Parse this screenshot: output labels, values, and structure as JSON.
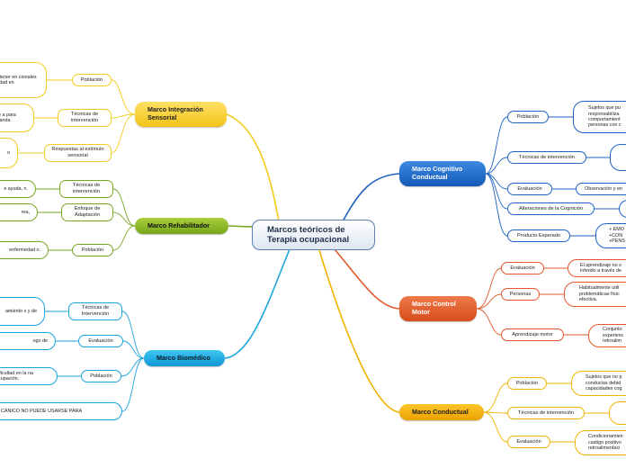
{
  "center": "Marcos teóricos de Terapia ocupacional",
  "branches": {
    "integracion": {
      "title": "Marco Integración Sensorial",
      "subs": [
        "Población",
        "Técnicas de intervención",
        "Respuestas al estímulo sensorial"
      ],
      "leaves": [
        "n tener en cionales y dad en",
        "de a para manda",
        "o"
      ]
    },
    "rehabilitador": {
      "title": "Marco Rehabilitador",
      "subs": [
        "Técnicas de intervención",
        "Enfoque de Adaptación",
        "Población"
      ],
      "leaves": [
        "e ayuda, n.",
        "rea,",
        "enfermedad o."
      ]
    },
    "biomedico": {
      "title": "Marco Biomédico",
      "subs": [
        "Técnicas de Intervención",
        "Evaluación",
        "Población"
      ],
      "leaves": [
        "amiento s y de",
        "ogo de",
        "dificultad en la na ocupación.",
        "CÁNICO NO PUEDE USARSE PARA"
      ]
    },
    "cognitivo": {
      "title": "Marco Cognitivo Conductual",
      "subs": [
        "Población",
        "Técnicas de intervención",
        "Evaluación",
        "Alteraciones de la Cognición",
        "Producto Esperado"
      ],
      "leaves": [
        "Sujetos que pu responsabiliza comportamient personas con c",
        "Observación y en",
        "+ EMO +CON +PENS"
      ]
    },
    "control": {
      "title": "Marco Control Motor",
      "subs": [
        "Evaluación",
        "Personas",
        "Aprendizaje motor"
      ],
      "leaves": [
        "El aprendizaje no s inferido a través de",
        "Habitualmente utili problemáticas físic efectiva.",
        "Conjunto experienc retroalim"
      ]
    },
    "conductual": {
      "title": "Marco Conductual",
      "subs": [
        "Población",
        "Técnicas de intervención",
        "Evaluación"
      ],
      "leaves": [
        "Sujetos que no p conductas debid capacidades cog",
        "Condicionamien castigo positivo retroalimentaci"
      ]
    }
  }
}
